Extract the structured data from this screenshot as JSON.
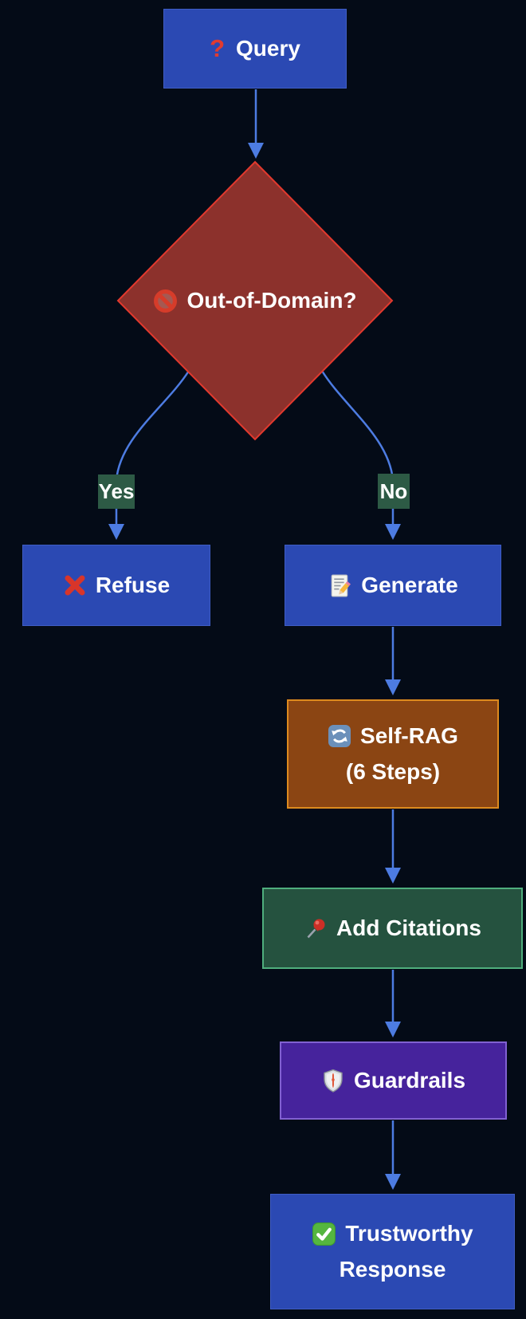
{
  "diagram": {
    "background": "#040b17",
    "edge_color": "#4d7ce2",
    "nodes": {
      "query": {
        "label": "Query",
        "icon": "question-mark-icon",
        "icon_glyph": "?",
        "fill": "#2b49b3",
        "border": "#3f5dc4"
      },
      "out_of_domain": {
        "label": "Out-of-Domain?",
        "icon": "no-entry-icon",
        "fill": "#8c312c",
        "border": "#e2392e"
      },
      "refuse": {
        "label": "Refuse",
        "icon": "cross-mark-icon",
        "fill": "#2b49b3",
        "border": "#3f5dc4"
      },
      "generate": {
        "label": "Generate",
        "icon": "memo-icon",
        "fill": "#2b49b3",
        "border": "#3f5dc4"
      },
      "self_rag": {
        "label_line1": "Self-RAG",
        "label_line2": "(6 Steps)",
        "icon": "counterclockwise-arrows-icon",
        "fill": "#8b4513",
        "border": "#dd8a1e"
      },
      "add_citations": {
        "label": "Add Citations",
        "icon": "pushpin-icon",
        "fill": "#25523f",
        "border": "#4fae7d"
      },
      "guardrails": {
        "label": "Guardrails",
        "icon": "shield-icon",
        "fill": "#46239c",
        "border": "#8161d1"
      },
      "trustworthy_response": {
        "label_line1": "Trustworthy",
        "label_line2": "Response",
        "icon": "check-mark-icon",
        "fill": "#2b49b3",
        "border": "#3f5dc4"
      }
    },
    "edges": [
      {
        "from": "query",
        "to": "out_of_domain",
        "label": ""
      },
      {
        "from": "out_of_domain",
        "to": "refuse",
        "label": "Yes",
        "label_fill": "#2d5a45"
      },
      {
        "from": "out_of_domain",
        "to": "generate",
        "label": "No",
        "label_fill": "#2d5a45"
      },
      {
        "from": "generate",
        "to": "self_rag",
        "label": ""
      },
      {
        "from": "self_rag",
        "to": "add_citations",
        "label": ""
      },
      {
        "from": "add_citations",
        "to": "guardrails",
        "label": ""
      },
      {
        "from": "guardrails",
        "to": "trustworthy_response",
        "label": ""
      }
    ]
  }
}
